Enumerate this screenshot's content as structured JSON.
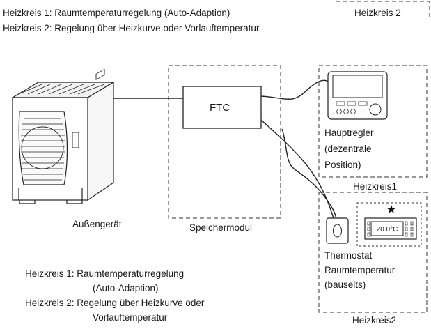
{
  "header": {
    "line1": "Heizkreis 1: Raumtemperaturregelung (Auto-Adaption)",
    "line2": "Heizkreis 2: Regelung über Heizkurve oder Vorlauftemperatur",
    "top_right_label": "Heizkreis 2"
  },
  "units": {
    "outdoor_label": "Außengerät",
    "ftc_label": "FTC",
    "storage_label": "Speichermodul"
  },
  "main_controller": {
    "label_line1": "Hauptregler",
    "label_line2": "(dezentrale",
    "label_line3": "Position)",
    "zone_label": "Heizkreis1"
  },
  "thermostat": {
    "display_value": "20.0°C",
    "star": "★",
    "label_line1": "Thermostat",
    "label_line2": "Raumtemperatur",
    "label_line3": "(bauseits)",
    "zone_label": "Heizkreis2"
  },
  "footer": {
    "line1": "Heizkreis 1: Raumtemperaturregelung",
    "line2": "(Auto-Adaption)",
    "line3": "Heizkreis 2: Regelung über Heizkurve oder",
    "line4": "Vorlauftemperatur"
  }
}
